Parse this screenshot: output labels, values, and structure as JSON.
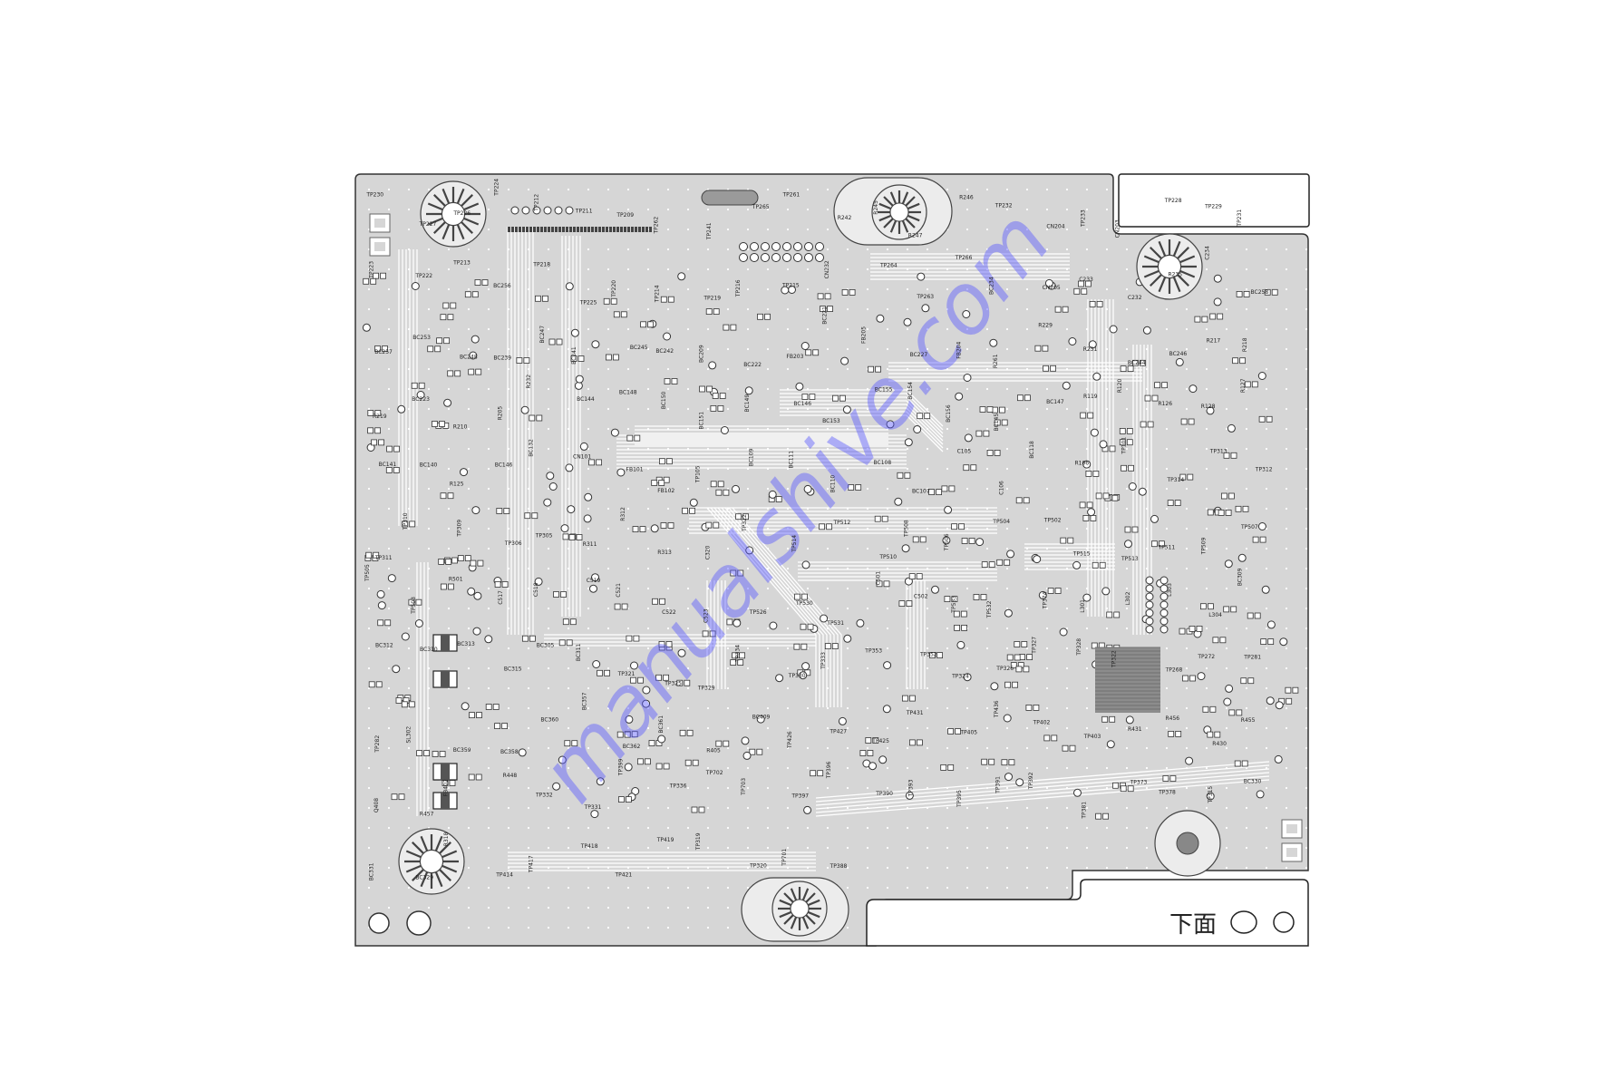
{
  "board": {
    "side_label": "下面",
    "watermark": "manualshive.com",
    "colors": {
      "board_fill": "#d6d6d6",
      "board_stroke": "#333333",
      "trace": "#ffffff",
      "pad": "#ffffff",
      "outline": "#111111",
      "watermark": "#5a5aff"
    }
  },
  "labels": [
    "TP230",
    "TP227",
    "TP226",
    "TP224",
    "TP212",
    "TP211",
    "TP209",
    "TP262",
    "TP241",
    "TP265",
    "TP261",
    "R242",
    "R245",
    "R247",
    "R246",
    "TP232",
    "CN204",
    "TP233",
    "CN203",
    "TP228",
    "TP229",
    "TP231",
    "TP223",
    "TP222",
    "TP213",
    "BC256",
    "TP218",
    "TP225",
    "TP220",
    "TP214",
    "TP219",
    "TP216",
    "TP215",
    "CN232",
    "TP264",
    "TP263",
    "TP266",
    "BC234",
    "CN205",
    "C233",
    "C232",
    "R235",
    "C234",
    "BC258",
    "BC257",
    "BC253",
    "BC248",
    "BC239",
    "BC247",
    "BC241",
    "BC245",
    "BC242",
    "BC209",
    "BC222",
    "FB203",
    "BC221",
    "FB205",
    "BC227",
    "FB204",
    "R261",
    "R229",
    "R231",
    "BC244",
    "BC246",
    "R217",
    "R218",
    "R219",
    "BC223",
    "R210",
    "R205",
    "R232",
    "BC144",
    "BC148",
    "BC150",
    "BC151",
    "BC149",
    "BC146",
    "BC153",
    "BC155",
    "BC154",
    "BC156",
    "BC145",
    "BC147",
    "R119",
    "R120",
    "R126",
    "R128",
    "R127",
    "BC141",
    "BC140",
    "R125",
    "BC146",
    "BC132",
    "CN101",
    "FB101",
    "FB102",
    "TP105",
    "BC109",
    "BC111",
    "BC110",
    "BC108",
    "BC107",
    "C105",
    "C106",
    "BC118",
    "R106",
    "TP101",
    "TP314",
    "TP313",
    "TP312",
    "TP311",
    "TP310",
    "TP309",
    "TP306",
    "TP305",
    "R311",
    "R312",
    "R313",
    "C320",
    "TP322",
    "TP514",
    "TP512",
    "TP510",
    "TP508",
    "TP506",
    "TP504",
    "TP502",
    "TP515",
    "TP513",
    "TP511",
    "TP509",
    "TP507",
    "TP505",
    "TP503",
    "R501",
    "C517",
    "C518",
    "C519",
    "C521",
    "C522",
    "C523",
    "TP526",
    "TP530",
    "TP531",
    "C501",
    "C502",
    "TP533",
    "TP532",
    "TP374",
    "L301",
    "L302",
    "L303",
    "L304",
    "BC309",
    "BC312",
    "BC310",
    "BC313",
    "BC315",
    "BC305",
    "BC311",
    "TP321",
    "TP325",
    "TP329",
    "TP334",
    "TP330",
    "TP333",
    "TP353",
    "TP352",
    "TP324",
    "TP326",
    "TP327",
    "TP328",
    "TP322",
    "TP268",
    "TP272",
    "TP281",
    "TP282",
    "SL302",
    "BC359",
    "BC358",
    "BC360",
    "BC357",
    "BC362",
    "BC361",
    "R405",
    "BC409",
    "TP426",
    "TP427",
    "TP425",
    "TP431",
    "TP405",
    "TP436",
    "TP402",
    "TP403",
    "R431",
    "R456",
    "R430",
    "R455",
    "Q408",
    "R457",
    "FB402",
    "R448",
    "TP332",
    "TP331",
    "TP399",
    "TP336",
    "TP702",
    "TP703",
    "TP397",
    "TP396",
    "TP390",
    "TP393",
    "TP395",
    "TP391",
    "TP392",
    "TP381",
    "TP373",
    "TP378",
    "TP315",
    "BC330",
    "BC331",
    "BC329",
    "R318",
    "TP414",
    "TP417",
    "TP418",
    "TP421",
    "TP419",
    "TP319",
    "TP320",
    "TP701",
    "TP388"
  ]
}
